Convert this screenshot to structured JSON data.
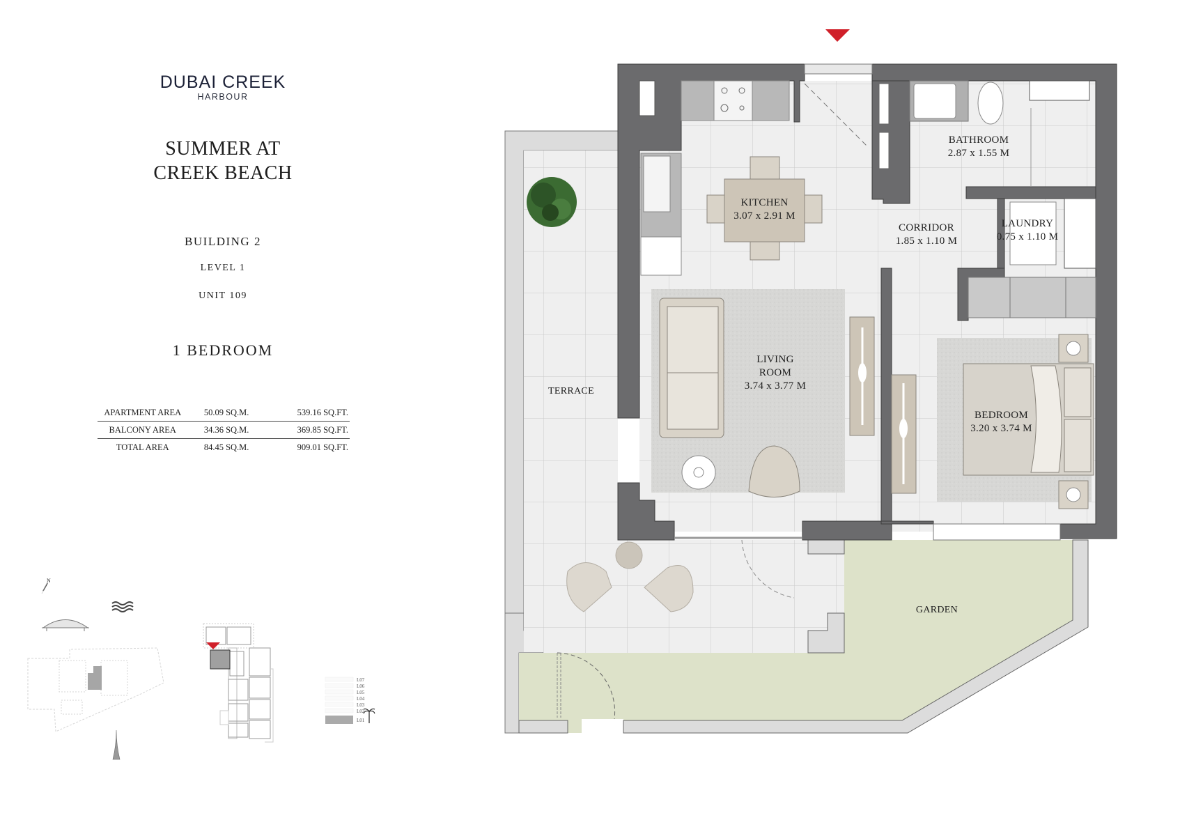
{
  "brand": {
    "name": "DUBAI CREEK",
    "sub": "HARBOUR"
  },
  "project": {
    "line1": "SUMMER AT",
    "line2": "CREEK BEACH"
  },
  "unit_info": {
    "building": "BUILDING 2",
    "level": "LEVEL 1",
    "unit": "UNIT 109",
    "type": "1 BEDROOM"
  },
  "area_table": {
    "rows": [
      {
        "label": "APARTMENT AREA",
        "sqm": "50.09 SQ.M.",
        "sqft": "539.16 SQ.FT."
      },
      {
        "label": "BALCONY AREA",
        "sqm": "34.36 SQ.M.",
        "sqft": "369.85 SQ.FT."
      },
      {
        "label": "TOTAL AREA",
        "sqm": "84.45 SQ.M.",
        "sqft": "909.01 SQ.FT."
      }
    ]
  },
  "rooms": {
    "kitchen": {
      "name": "KITCHEN",
      "size": "3.07 x 2.91 M"
    },
    "bathroom": {
      "name": "BATHROOM",
      "size": "2.87 x 1.55 M"
    },
    "corridor": {
      "name": "CORRIDOR",
      "size": "1.85 x 1.10 M"
    },
    "laundry": {
      "name": "LAUNDRY",
      "size": "0.75 x 1.10 M"
    },
    "living": {
      "name1": "LIVING",
      "name2": "ROOM",
      "size": "3.74 x 3.77 M"
    },
    "bedroom": {
      "name": "BEDROOM",
      "size": "3.20 x 3.74 M"
    },
    "terrace": {
      "name": "TERRACE"
    },
    "garden": {
      "name": "GARDEN"
    }
  },
  "key_plan": {
    "north_label": "N",
    "levels": [
      "L07",
      "L06",
      "L05",
      "L04",
      "L03",
      "L02",
      "L01"
    ],
    "highlighted_level": "L01"
  },
  "colors": {
    "wall": "#6b6b6d",
    "garden": "#dde2c9",
    "entry_marker": "#d0202a",
    "floor_tile": "#ececec",
    "rug": "#d6d6d4",
    "furniture": "#d9d3c8"
  }
}
